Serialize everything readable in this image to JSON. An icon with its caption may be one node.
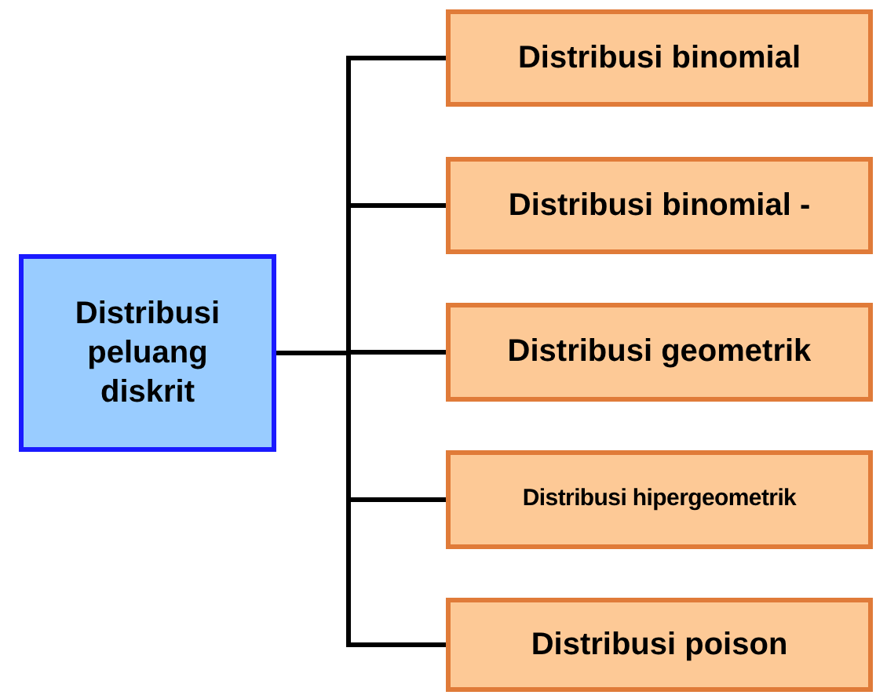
{
  "diagram": {
    "nodes": [
      {
        "text": [
          "Distribusi peluang diskrit"
        ]
      },
      {
        "text": [
          "Distribusi binomial"
        ]
      },
      {
        "text": [
          "Distribusi binomial -"
        ]
      },
      {
        "text": [
          "Distribusi geometrik"
        ]
      },
      {
        "text": [
          "Distribusi hipergeometrik"
        ]
      },
      {
        "text": [
          "Distribusi poison"
        ]
      }
    ],
    "edges": [
      {
        "from": 0,
        "to": 1,
        "arrow": "none"
      },
      {
        "from": 0,
        "to": 2,
        "arrow": "none"
      },
      {
        "from": 0,
        "to": 3,
        "arrow": "none"
      },
      {
        "from": 0,
        "to": 4,
        "arrow": "none"
      },
      {
        "from": 0,
        "to": 5,
        "arrow": "none"
      }
    ]
  }
}
